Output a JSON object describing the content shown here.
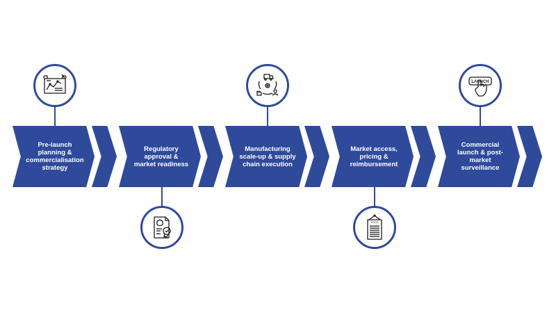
{
  "steps": [
    {
      "label": "Pre-launch\nplanning &\ncommercialisation\nstrategy",
      "icon": "blueprint-planning-icon",
      "icon_position": "top"
    },
    {
      "label": "Regulatory\napproval &\nmarket readiness",
      "icon": "certificate-approval-icon",
      "icon_position": "bottom"
    },
    {
      "label": "Manufacturing\nscale-up & supply\nchain execution",
      "icon": "supply-chain-cycle-icon",
      "icon_position": "top"
    },
    {
      "label": "Market access,\npricing &\nreimbursement",
      "icon": "price-board-icon",
      "icon_position": "bottom"
    },
    {
      "label": "Commercial\nlaunch & post-\nmarket\nsurveillance",
      "icon": "launch-button-icon",
      "icon_position": "top"
    }
  ],
  "icon_texts": {
    "price": "PRICE",
    "launch": "LAUNCH"
  },
  "colors": {
    "chevron": "#2f4a9b",
    "icon_stroke": "#1a1a1a",
    "background": "#ffffff"
  }
}
